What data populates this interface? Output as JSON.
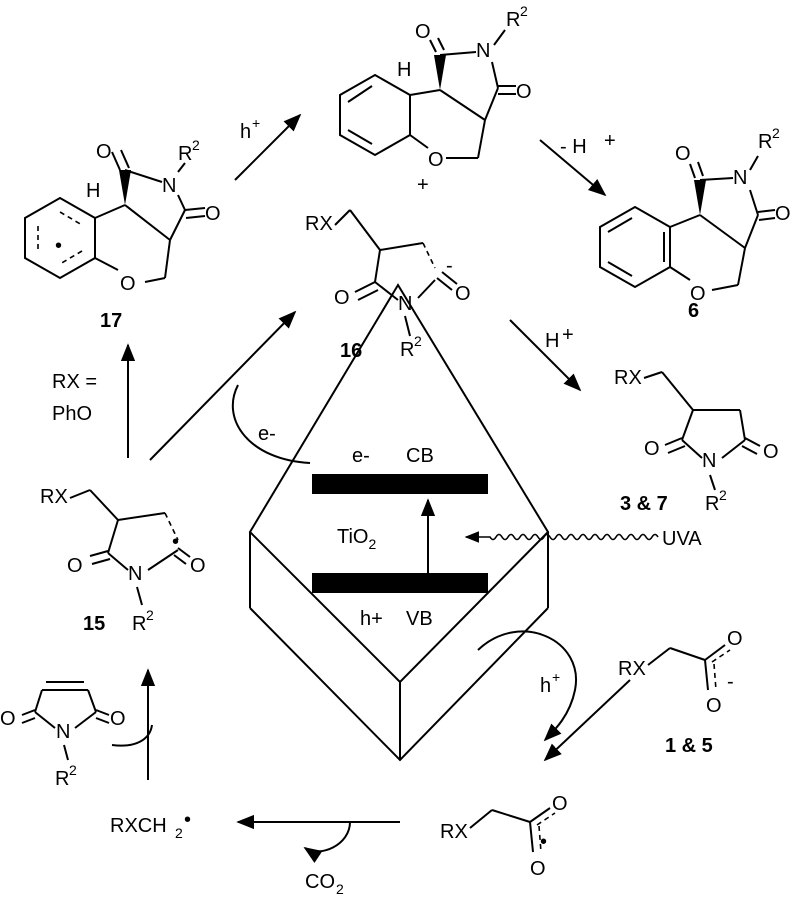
{
  "compounds": {
    "c17": "17",
    "c16": "16",
    "c6": "6",
    "c3_7": "3 & 7",
    "c15": "15",
    "c1_5": "1 & 5"
  },
  "atoms": {
    "O": "O",
    "N": "N",
    "H": "H",
    "R": "R",
    "two": "2",
    "RX": "RX",
    "minus": "-",
    "plus": "+",
    "radical": "•"
  },
  "arrows": {
    "h_plus": "h",
    "minus_h_plus": "- H",
    "h_plus_top": "+",
    "H_plus": "H",
    "rx_eq": "RX =",
    "pho": "PhO",
    "e_minus": "e-",
    "h_plus2": "h",
    "rxch2": "RXCH",
    "co2": "CO"
  },
  "catalyst": {
    "cb_e": "e-",
    "cb": "CB",
    "tio2": "TiO",
    "vb_h": "h+",
    "vb": "VB",
    "uva": "UVA"
  },
  "colors": {
    "ink": "#000000",
    "band": "#000000"
  }
}
